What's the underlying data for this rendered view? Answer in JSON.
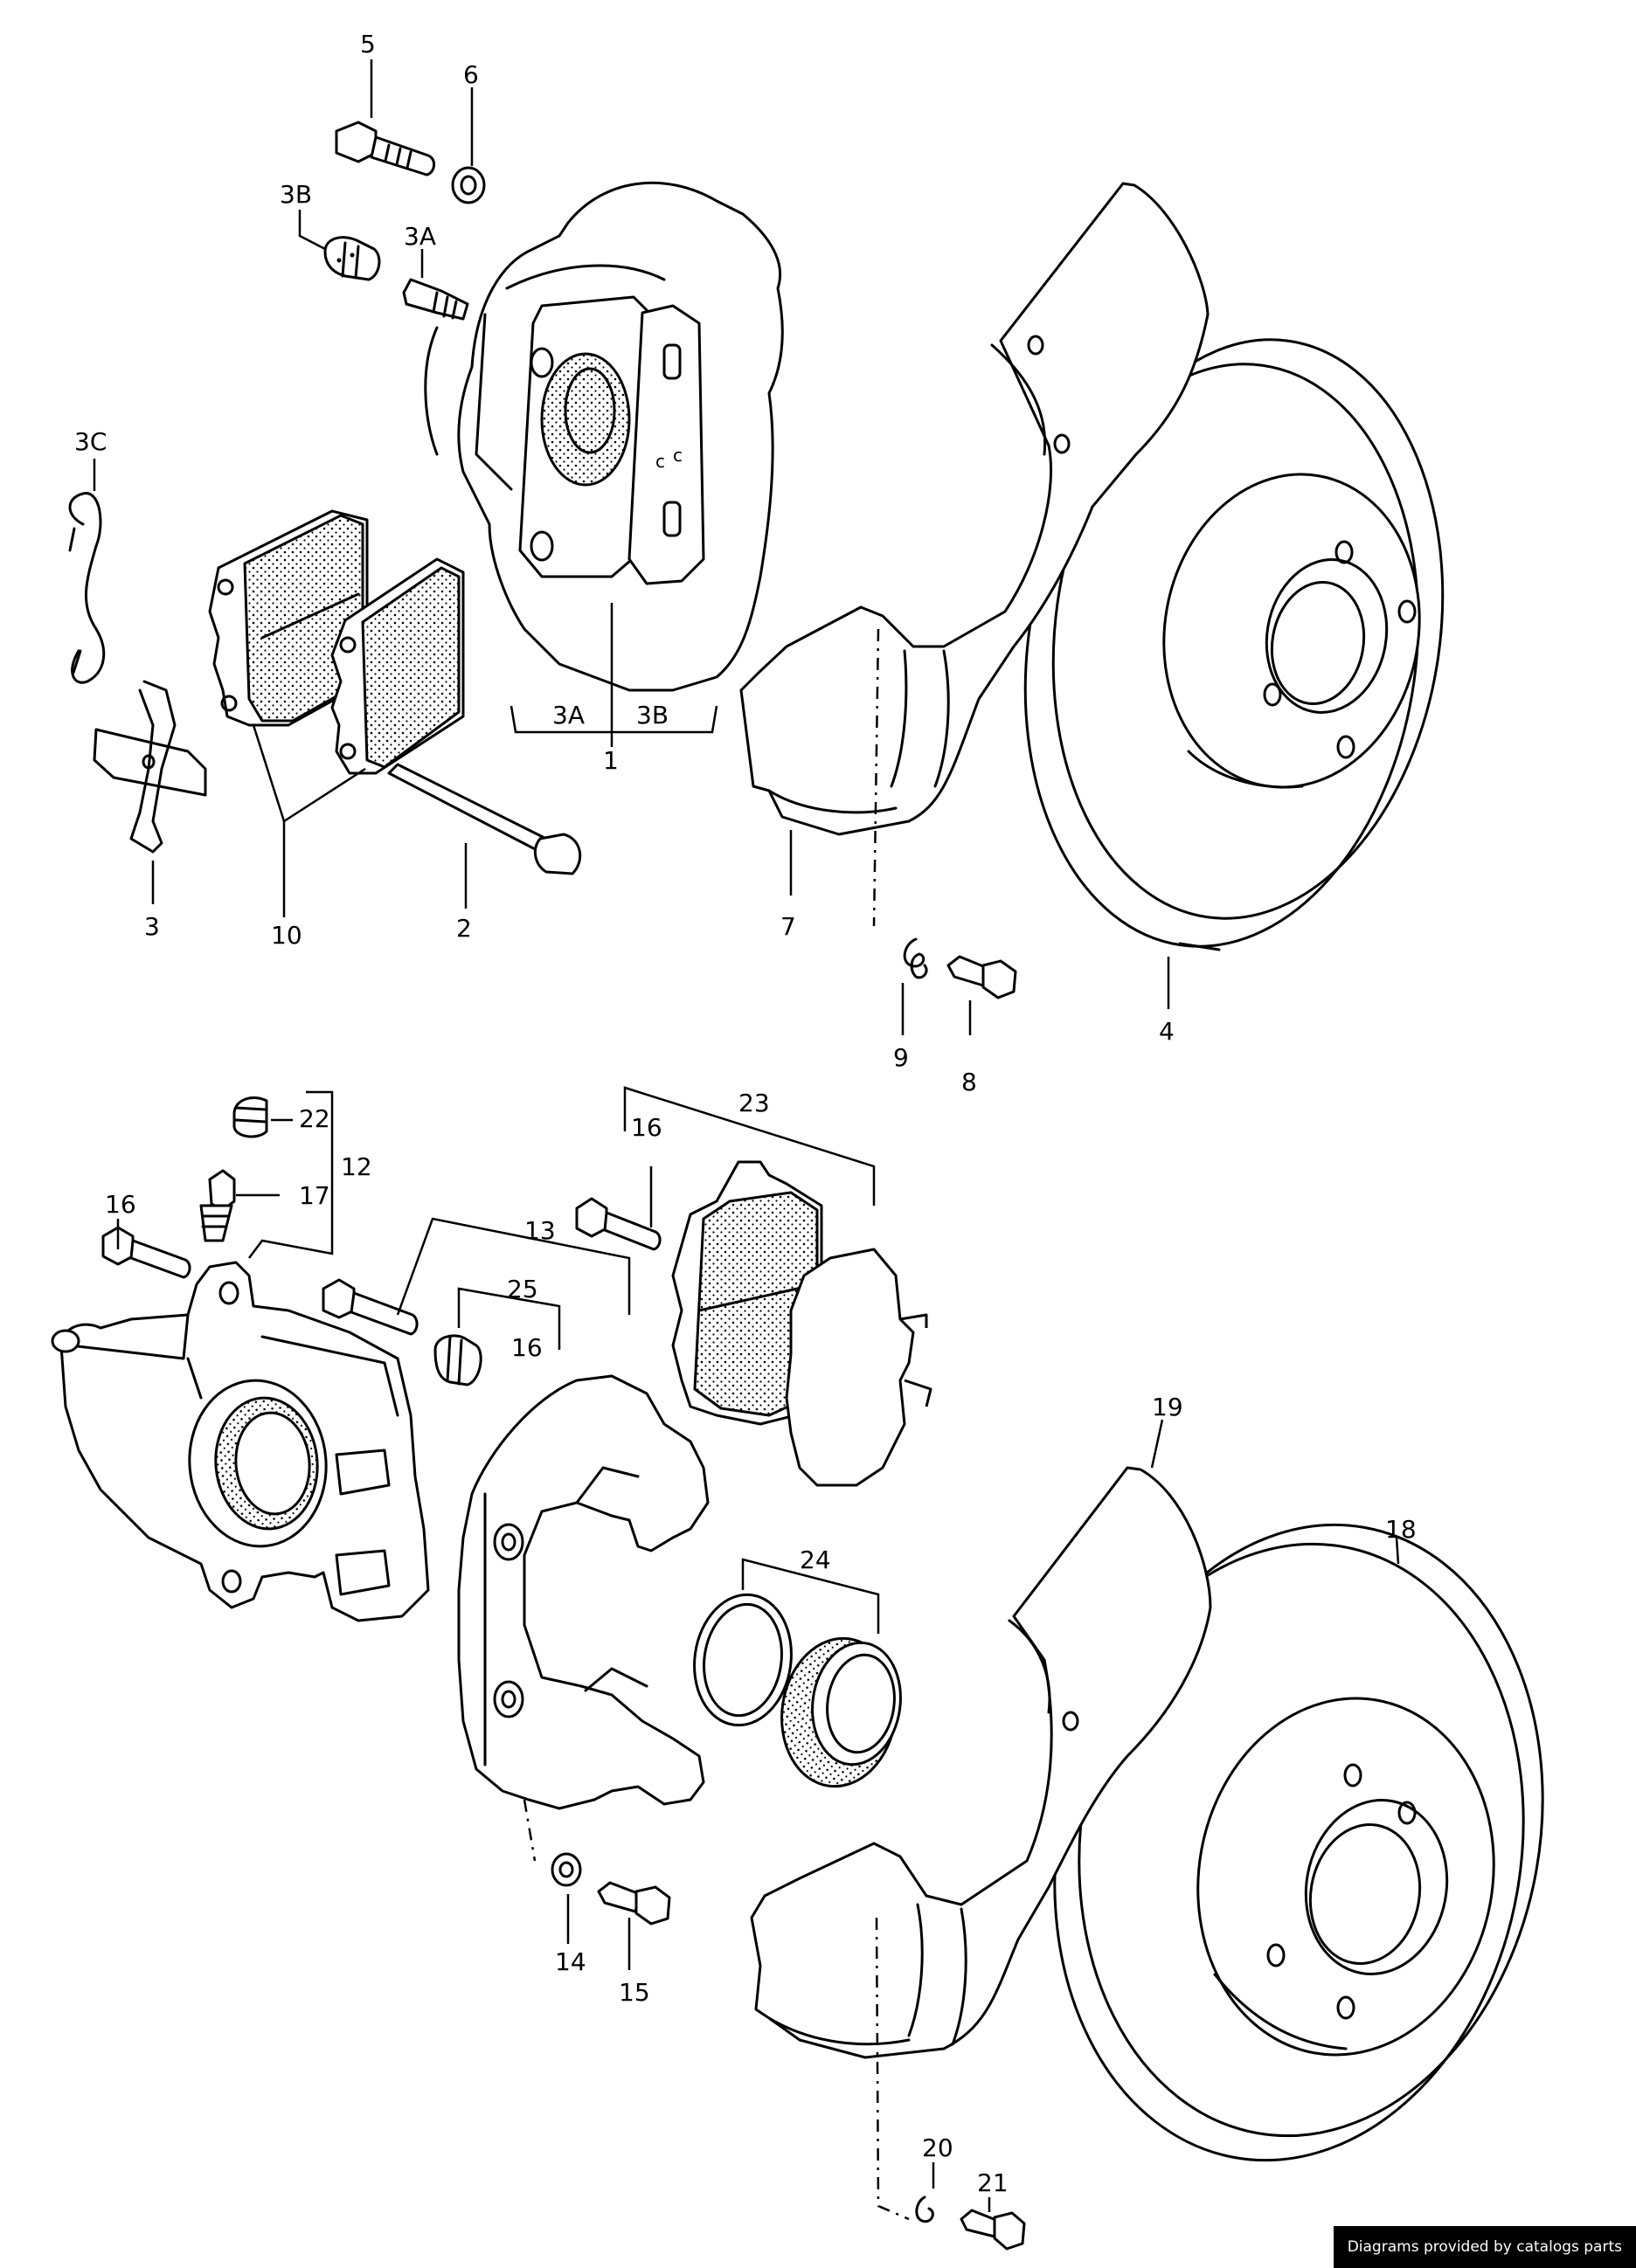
{
  "labels": {
    "l1": "1",
    "l2": "2",
    "l3": "3",
    "l3a_a": "3A",
    "l3a_b": "3A",
    "l3b_a": "3B",
    "l3b_b": "3B",
    "l3c": "3C",
    "l4": "4",
    "l5": "5",
    "l6": "6",
    "l7": "7",
    "l8": "8",
    "l9": "9",
    "l10": "10",
    "l12": "12",
    "l13": "13",
    "l14": "14",
    "l15": "15",
    "l16_a": "16",
    "l16_b": "16",
    "l16_c": "16",
    "l17": "17",
    "l18": "18",
    "l19": "19",
    "l20": "20",
    "l21": "21",
    "l22": "22",
    "l23": "23",
    "l24": "24",
    "l25": "25"
  },
  "credit": "Diagrams provided by catalogs parts"
}
